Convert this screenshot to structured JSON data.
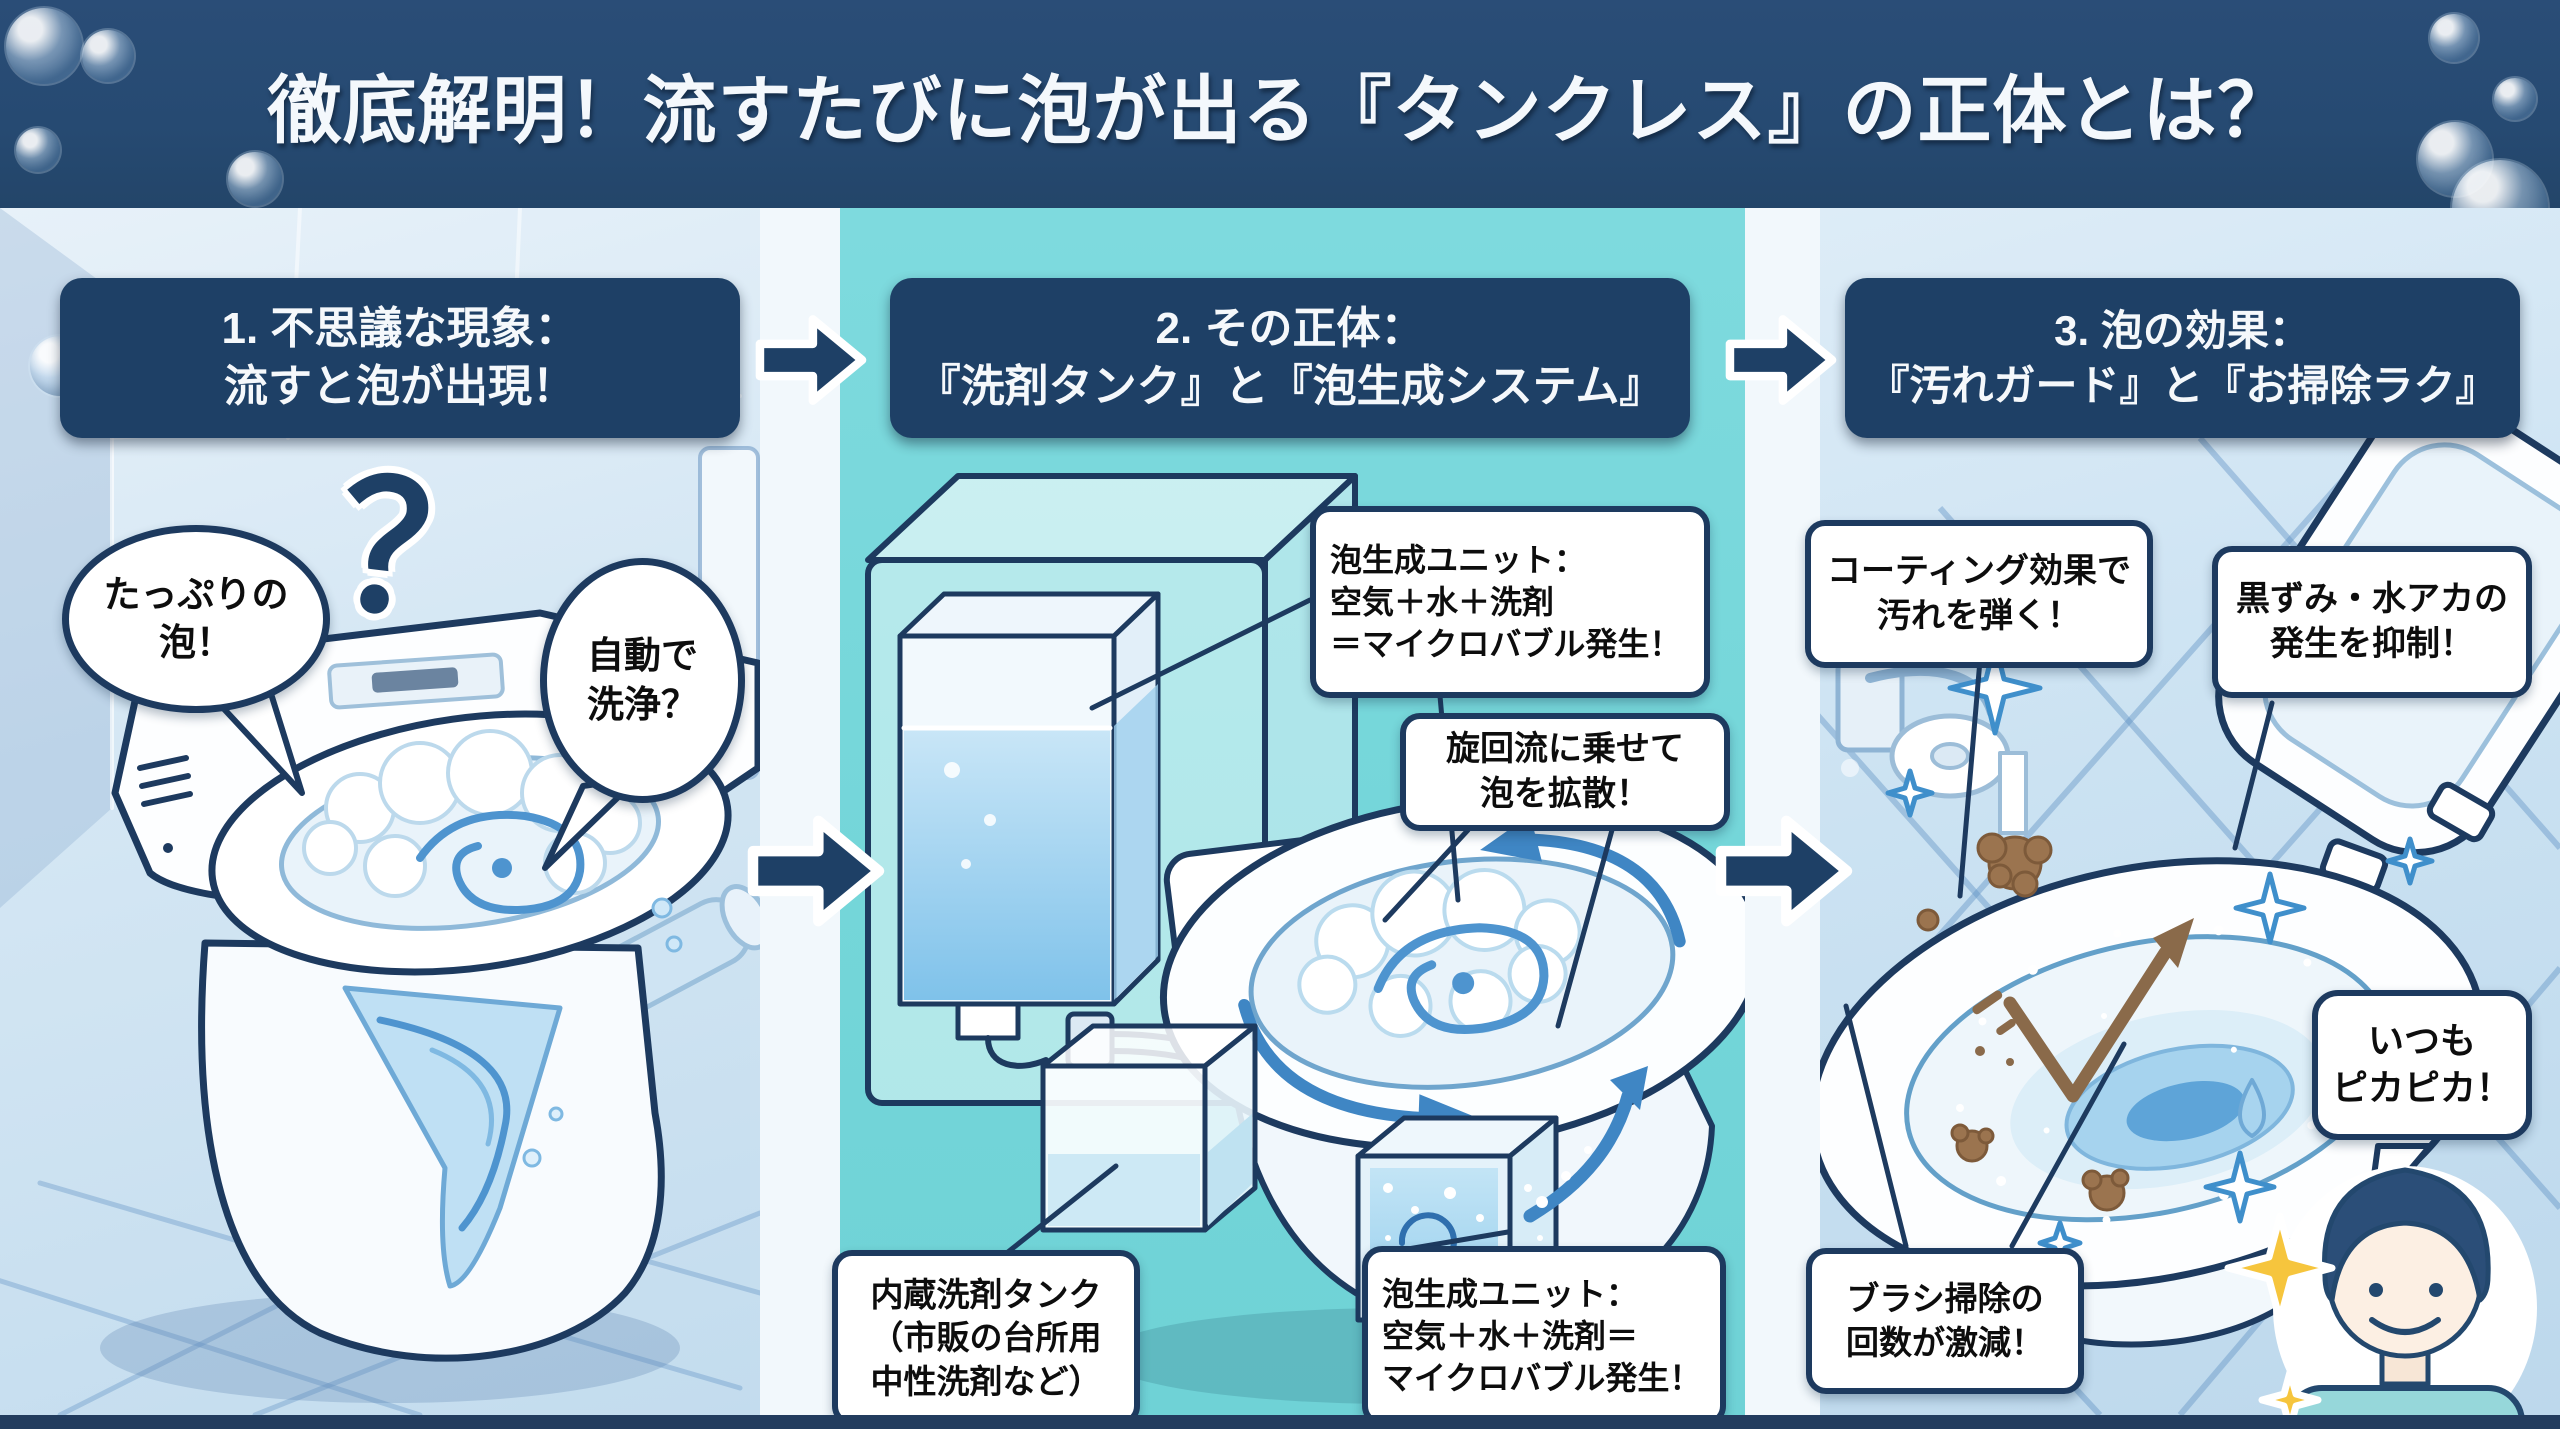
{
  "title": "徹底解明！流すたびに泡が出る『タンクレス』の正体とは？",
  "colors": {
    "banner_navy": "#264a72",
    "header_navy": "#1e4066",
    "outline_navy": "#1d3a5f",
    "panel_teal": "#74d6d9",
    "panel_blue": "#cfe3f2",
    "water_blue": "#7fc2ea",
    "arrow_blue": "#3f86c4",
    "sparkle_yellow": "#f6c53d",
    "sparkle_blue": "#3f8fcb",
    "dirt_brown": "#9b744f"
  },
  "icons": {
    "flow_arrow": "block-arrow-right-icon",
    "bubble": "bubble-icon",
    "question": "question-mark-icon",
    "sparkle": "sparkle-icon",
    "toilet_paper": "toilet-paper-roll-icon",
    "avatar": "person-avatar"
  },
  "panel1": {
    "header_line1": "1. 不思議な現象：",
    "header_line2": "流すと泡が出現！",
    "bubble_left": "たっぷりの\n泡！",
    "question_mark": "？",
    "bubble_right": "自動で\n洗浄？"
  },
  "panel2": {
    "header_line1": "2. その正体：",
    "header_line2": "『洗剤タンク』と『泡生成システム』",
    "callout_foam_top": "泡生成ユニット：\n空気＋水＋洗剤\n＝マイクロバブル発生！",
    "callout_swirl": "旋回流に乗せて\n泡を拡散！",
    "callout_detergent": "内蔵洗剤タンク\n（市販の台所用\n中性洗剤など）",
    "callout_foam_bottom": "泡生成ユニット：\n空気＋水＋洗剤＝\nマイクロバブル発生！"
  },
  "panel3": {
    "header_line1": "3. 泡の効果：",
    "header_line2": "『汚れガード』と『お掃除ラク』",
    "callout_coating": "コーティング効果で\n汚れを弾く！",
    "callout_stain": "黒ずみ・水アカの\n発生を抑制！",
    "callout_brush": "ブラシ掃除の\n回数が激減！",
    "quote": "いつも\nピカピカ！"
  }
}
